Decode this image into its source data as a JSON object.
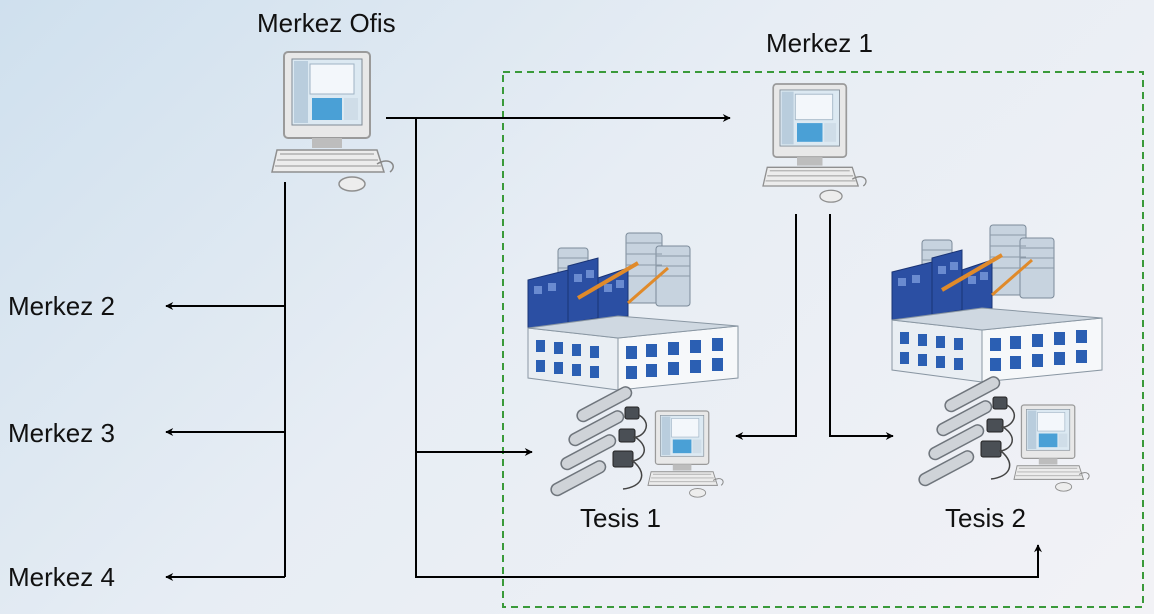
{
  "labels": {
    "central_office": "Merkez Ofis",
    "center_1": "Merkez 1",
    "center_2": "Merkez 2",
    "center_3": "Merkez 3",
    "center_4": "Merkez 4",
    "facility_1": "Tesis 1",
    "facility_2": "Tesis 2"
  },
  "colors": {
    "line": "#000000",
    "dashed_boundary": "#3a9a3a"
  },
  "icons": [
    "computer-icon",
    "factory-icon",
    "sensor-controller-icon"
  ]
}
